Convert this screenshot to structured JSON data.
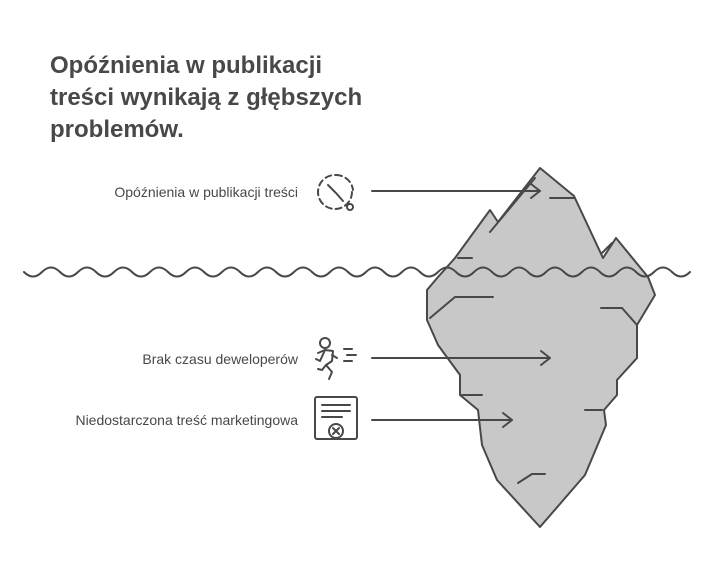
{
  "title": "Opóźnienia w publikacji treści wynikają z głębszych problemów.",
  "items": [
    {
      "label": "Opóźnienia w publikacji treści",
      "icon": "clock-delay-icon"
    },
    {
      "label": "Brak czasu deweloperów",
      "icon": "running-person-icon"
    },
    {
      "label": "Niedostarczona treść marketingowa",
      "icon": "document-cancel-icon"
    }
  ],
  "colors": {
    "stroke": "#484848",
    "iceberg_fill": "#c8c8c8",
    "text": "#484848"
  }
}
